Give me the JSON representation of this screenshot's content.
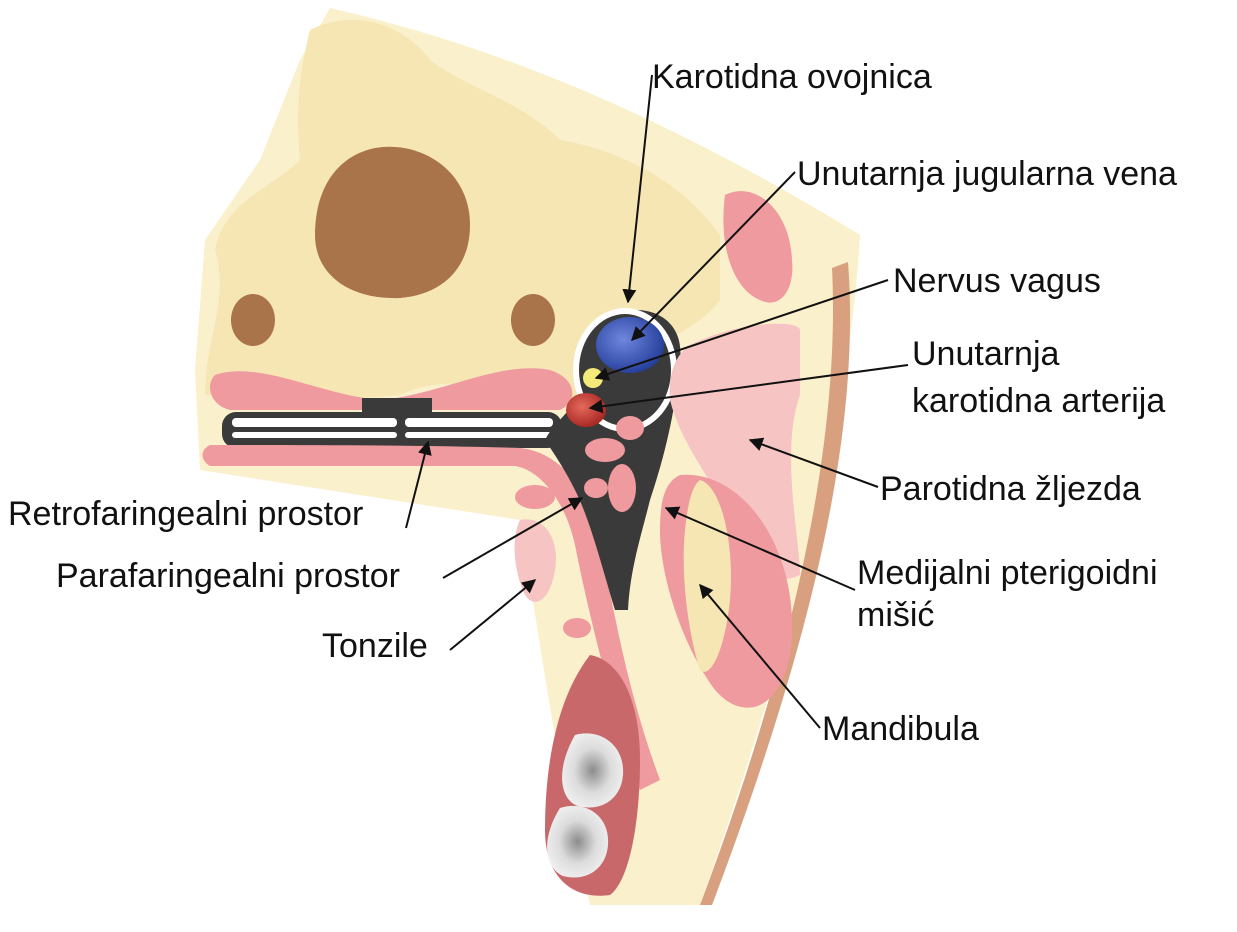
{
  "labels": {
    "karotidna_ovojnica": "Karotidna ovojnica",
    "unutarnja_jugularna_vena": "Unutarnja jugularna vena",
    "nervus_vagus": "Nervus vagus",
    "unutarnja_karotidna_arterija_1": "Unutarnja",
    "unutarnja_karotidna_arterija_2": "karotidna arterija",
    "parotidna_zljezda": "Parotidna žljezda",
    "medijalni_pterigoidni_1": "Medijalni pterigoidni",
    "medijalni_pterigoidni_2": "mišić",
    "mandibula": "Mandibula",
    "retrofaringealni_prostor": "Retrofaringealni prostor",
    "parafaringealni_prostor": "Parafaringealni prostor",
    "tonzile": "Tonzile"
  },
  "colors": {
    "bone": "#f6e6b4",
    "bone_light": "#fbf1cf",
    "canal": "#a9744a",
    "muscle": "#ee9a9e",
    "muscle_light": "#f6c4c2",
    "fascia_dark": "#3a3a3a",
    "vein": "#2f4fb0",
    "nerve": "#f3ea7a",
    "artery": "#c8302c",
    "skin": "#d8a07e",
    "tooth": "#cfcfcf",
    "line": "#111111"
  }
}
